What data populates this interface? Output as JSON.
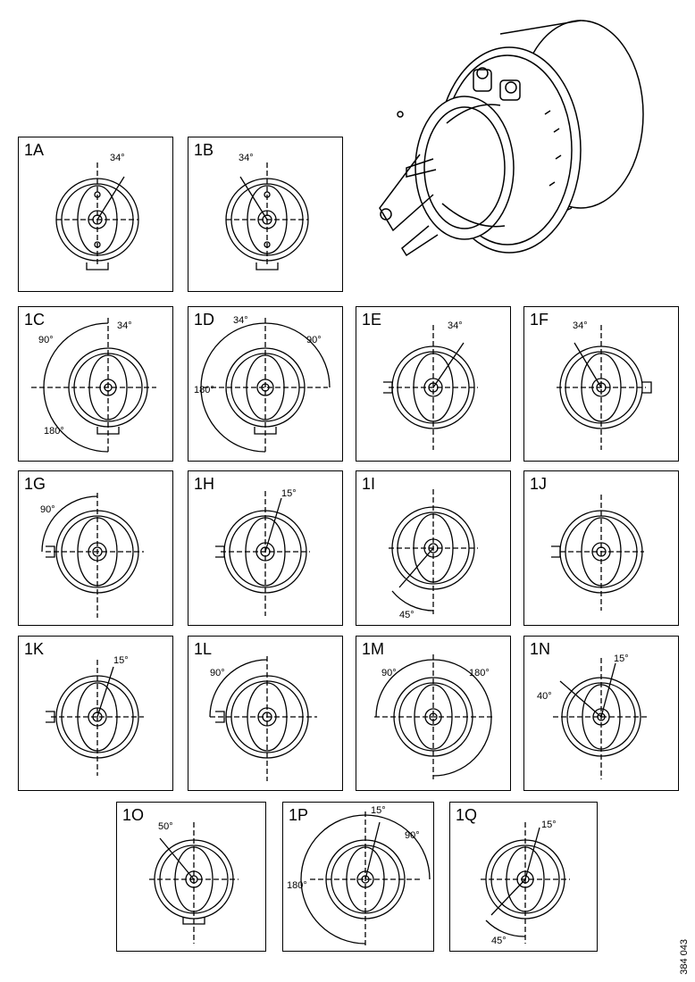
{
  "document_number": "384 043",
  "panels": [
    {
      "id": "1A",
      "label": "1A",
      "angles": [
        "34°"
      ]
    },
    {
      "id": "1B",
      "label": "1B",
      "angles": [
        "34°"
      ]
    },
    {
      "id": "1C",
      "label": "1C",
      "angles": [
        "90°",
        "34°",
        "180°"
      ]
    },
    {
      "id": "1D",
      "label": "1D",
      "angles": [
        "34°",
        "90°",
        "180°"
      ]
    },
    {
      "id": "1E",
      "label": "1E",
      "angles": [
        "34°"
      ]
    },
    {
      "id": "1F",
      "label": "1F",
      "angles": [
        "34°"
      ]
    },
    {
      "id": "1G",
      "label": "1G",
      "angles": [
        "90°"
      ]
    },
    {
      "id": "1H",
      "label": "1H",
      "angles": [
        "15°"
      ]
    },
    {
      "id": "1I",
      "label": "1I",
      "angles": [
        "45°"
      ]
    },
    {
      "id": "1J",
      "label": "1J",
      "angles": []
    },
    {
      "id": "1K",
      "label": "1K",
      "angles": [
        "15°"
      ]
    },
    {
      "id": "1L",
      "label": "1L",
      "angles": [
        "90°"
      ]
    },
    {
      "id": "1M",
      "label": "1M",
      "angles": [
        "90°",
        "180°"
      ]
    },
    {
      "id": "1N",
      "label": "1N",
      "angles": [
        "15°",
        "40°"
      ]
    },
    {
      "id": "1O",
      "label": "1O",
      "angles": [
        "50°"
      ]
    },
    {
      "id": "1P",
      "label": "1P",
      "angles": [
        "15°",
        "90°",
        "180°"
      ]
    },
    {
      "id": "1Q",
      "label": "1Q",
      "angles": [
        "15°",
        "45°"
      ]
    }
  ]
}
